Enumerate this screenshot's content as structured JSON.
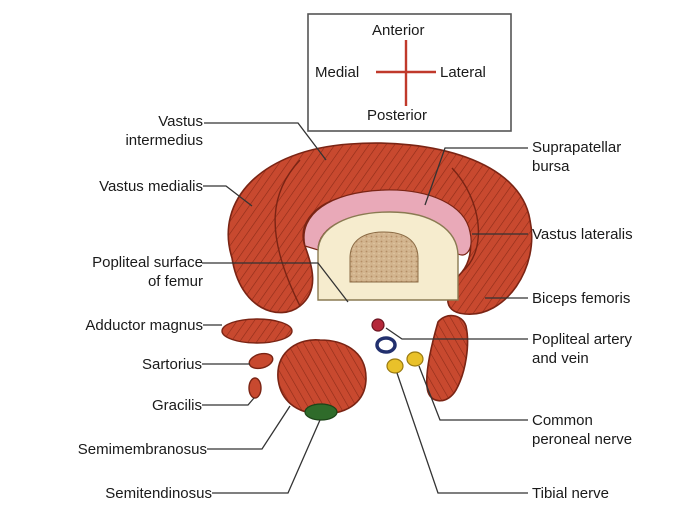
{
  "orientation": {
    "anterior": "Anterior",
    "posterior": "Posterior",
    "medial": "Medial",
    "lateral": "Lateral"
  },
  "labels": {
    "vastus_intermedius": [
      "Vastus",
      "intermedius"
    ],
    "vastus_medialis": "Vastus medialis",
    "popliteal_surface": [
      "Popliteal surface",
      "of femur"
    ],
    "adductor_magnus": "Adductor magnus",
    "sartorius": "Sartorius",
    "gracilis": "Gracilis",
    "semimembranosus": "Semimembranosus",
    "semitendinosus": "Semitendinosus",
    "suprapatellar_bursa": [
      "Suprapatellar",
      "bursa"
    ],
    "vastus_lateralis": "Vastus lateralis",
    "biceps_femoris": "Biceps femoris",
    "popliteal_artery_vein": [
      "Popliteal artery",
      "and vein"
    ],
    "common_peroneal_nerve": [
      "Common",
      "peroneal nerve"
    ],
    "tibial_nerve": "Tibial nerve"
  },
  "colors": {
    "muscle": "#c8492f",
    "muscle_stroke": "#7a2414",
    "bursa": "#e9a9b8",
    "bone_cortex": "#f6ecce",
    "marrow": "#cfb08a",
    "nerve": "#e9c12a",
    "artery": "#b5283a",
    "vein": "#22306e",
    "tendon": "#2f6b2a",
    "cross": "#c0392b"
  }
}
